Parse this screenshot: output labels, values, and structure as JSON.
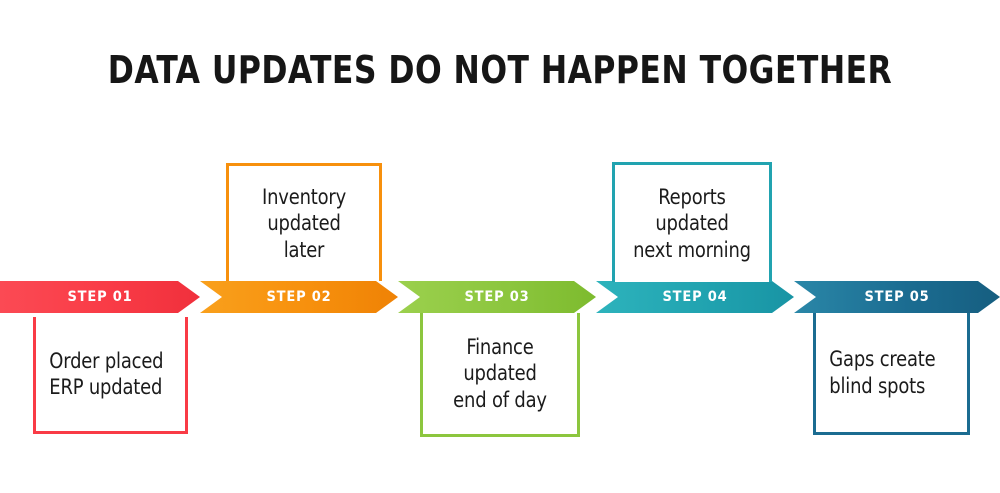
{
  "title": "DATA UPDATES DO NOT HAPPEN TOGETHER",
  "background_color": "#ffffff",
  "title_color": "#161616",
  "steps": [
    {
      "label": "STEP 01",
      "caption_lines": [
        "Order placed",
        "ERP updated"
      ],
      "caption": "Order placed ERP updated",
      "color": "#F93B46",
      "color_light": "#FB4A54",
      "color_dark": "#F0303C",
      "box_position": "below",
      "text_align": "left"
    },
    {
      "label": "STEP 02",
      "caption_lines": [
        "Inventory",
        "updated later"
      ],
      "caption": "Inventory updated later",
      "color": "#F7900D",
      "color_light": "#F9A01C",
      "color_dark": "#EF8205",
      "box_position": "above",
      "text_align": "center"
    },
    {
      "label": "STEP 03",
      "caption_lines": [
        "Finance",
        "updated",
        "end of day"
      ],
      "caption": "Finance updated end of day",
      "color": "#8CC63E",
      "color_light": "#9BD04D",
      "color_dark": "#7DBB2E",
      "box_position": "below",
      "text_align": "center"
    },
    {
      "label": "STEP 04",
      "caption_lines": [
        "Reports",
        "updated",
        "next morning"
      ],
      "caption": "Reports updated next morning",
      "color": "#21A3B0",
      "color_light": "#2DB3BC",
      "color_dark": "#1894A4",
      "box_position": "above",
      "text_align": "center"
    },
    {
      "label": "STEP 05",
      "caption_lines": [
        "Gaps create",
        "blind spots"
      ],
      "caption": "Gaps create blind spots",
      "color": "#1B6C91",
      "color_light": "#2A87A8",
      "color_dark": "#165E80",
      "box_position": "below",
      "text_align": "left"
    }
  ]
}
